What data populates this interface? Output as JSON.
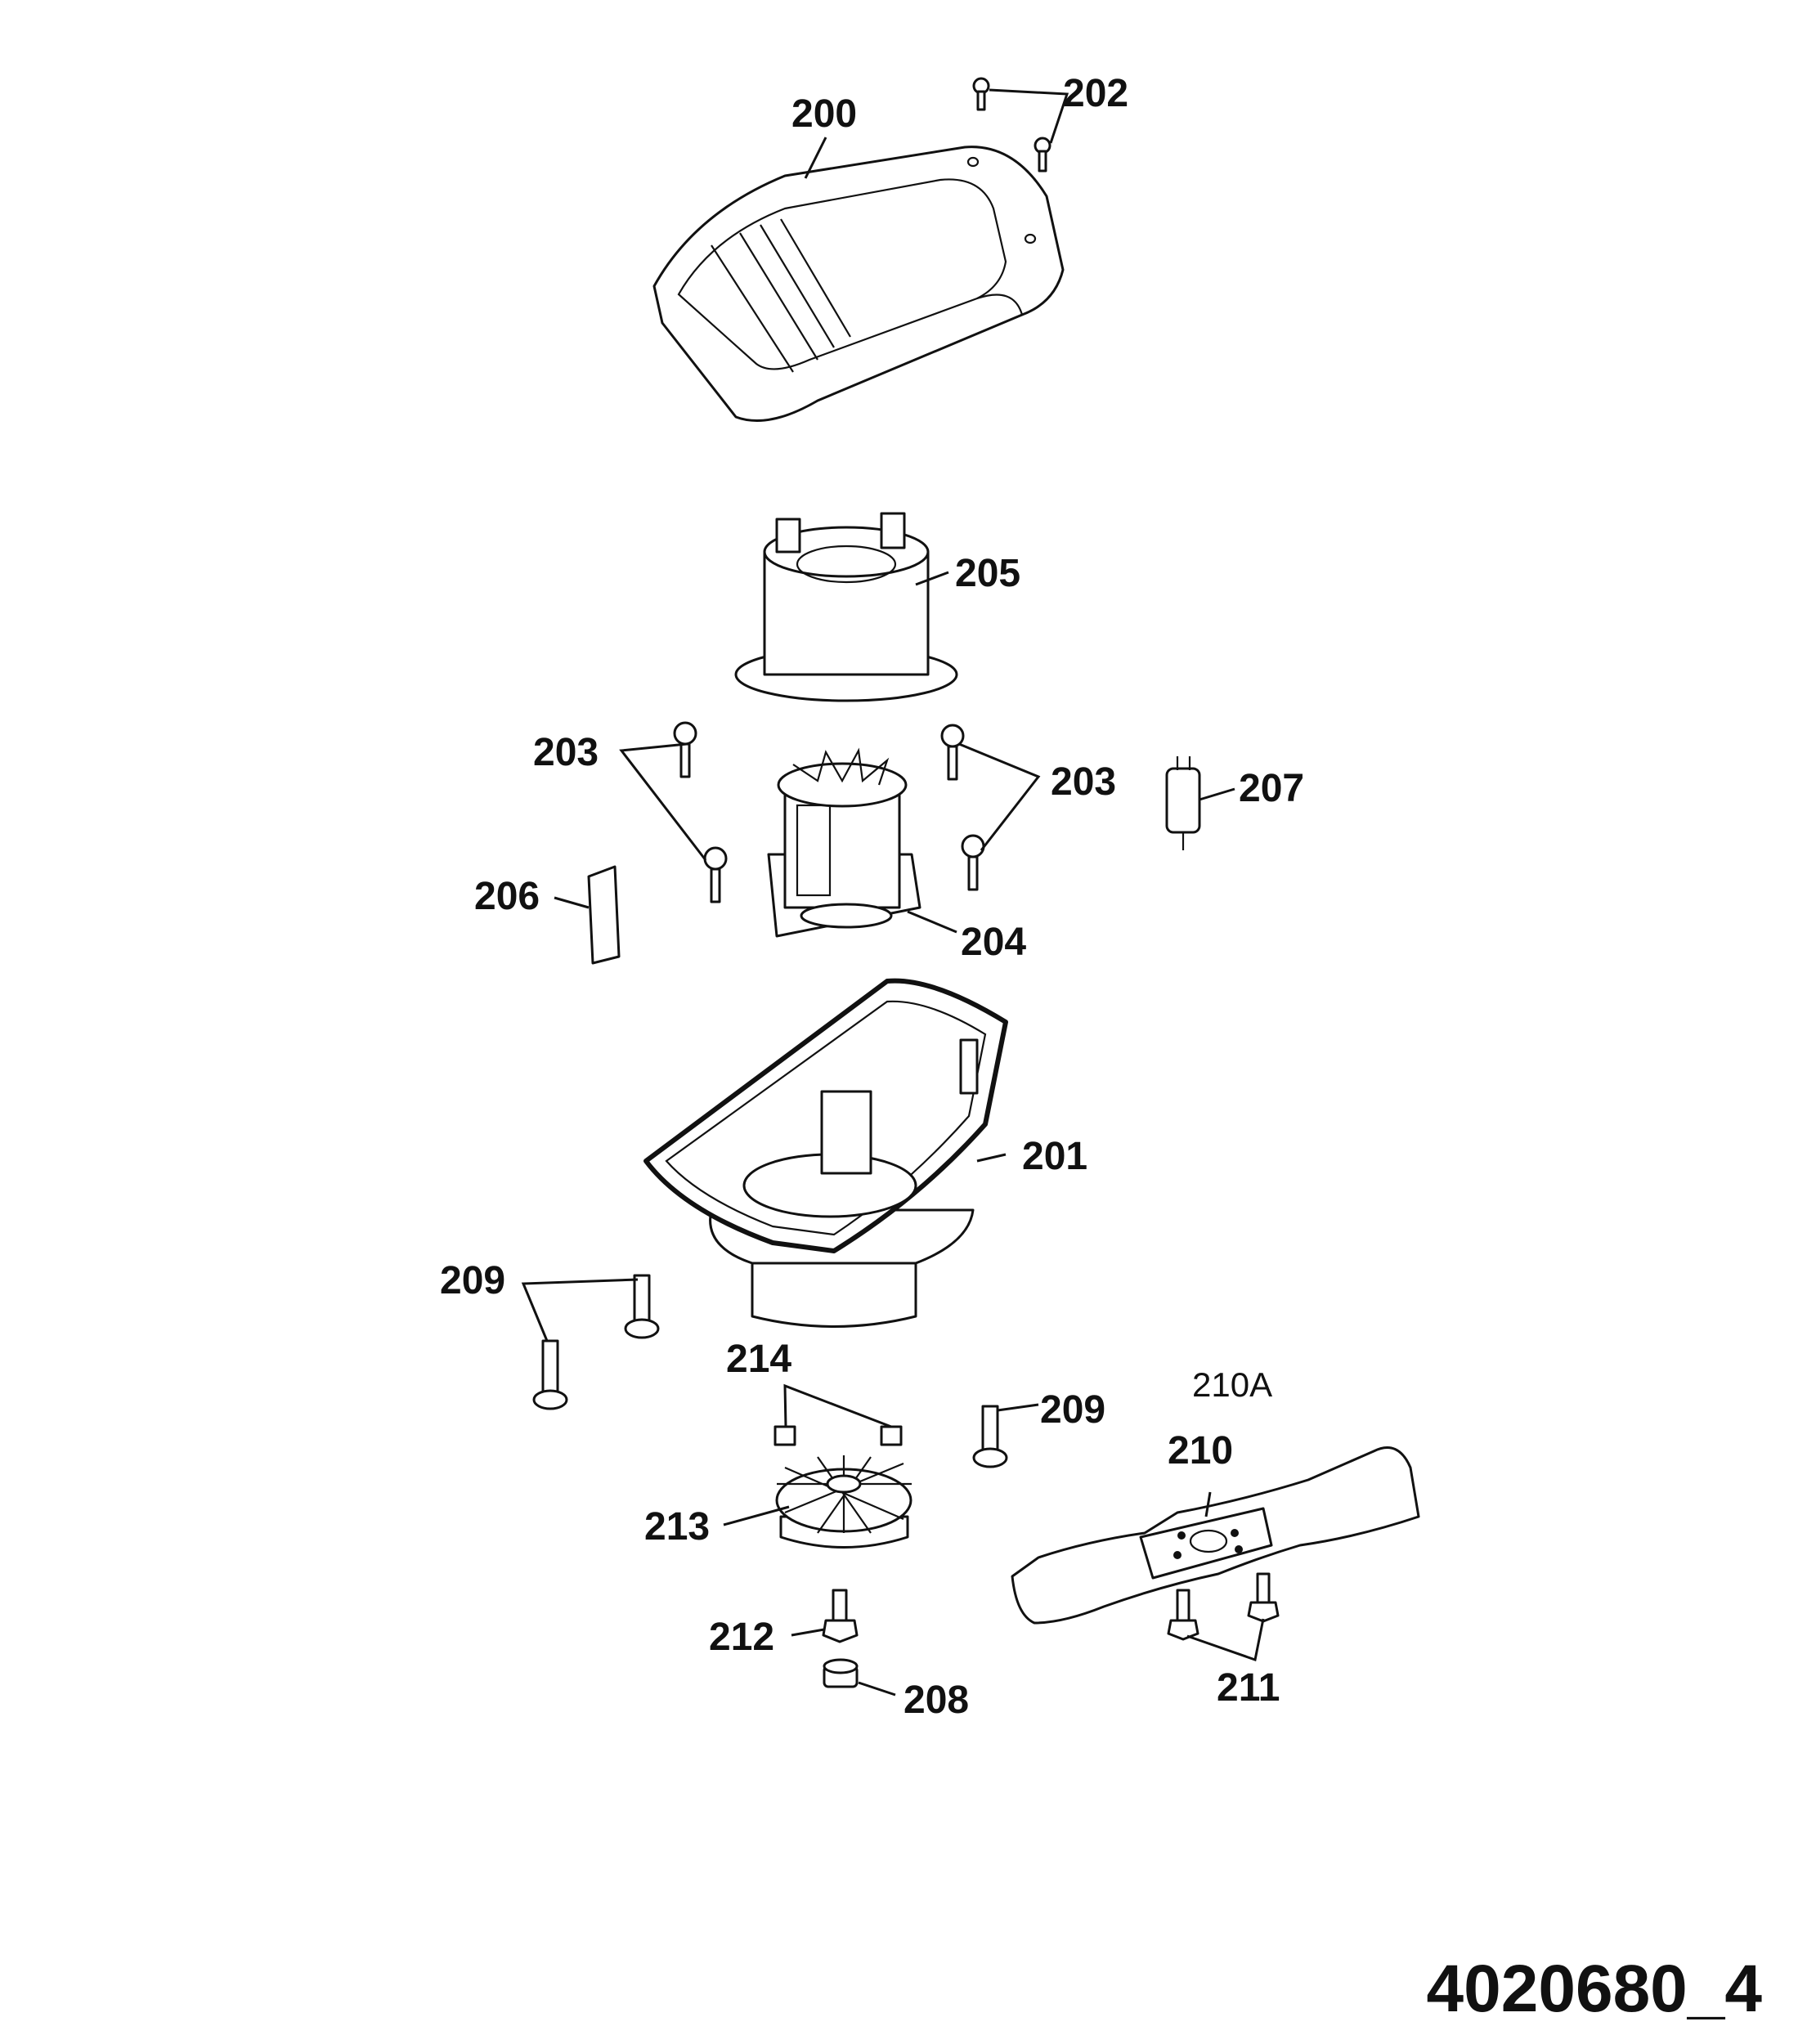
{
  "drawing_number": "4020680_4",
  "callouts": {
    "c200": "200",
    "c202": "202",
    "c205": "205",
    "c203a": "203",
    "c203b": "203",
    "c207": "207",
    "c206": "206",
    "c204": "204",
    "c201": "201",
    "c209a": "209",
    "c214": "214",
    "c209b": "209",
    "c210a": "210A",
    "c210": "210",
    "c213": "213",
    "c212": "212",
    "c208": "208",
    "c211": "211"
  }
}
